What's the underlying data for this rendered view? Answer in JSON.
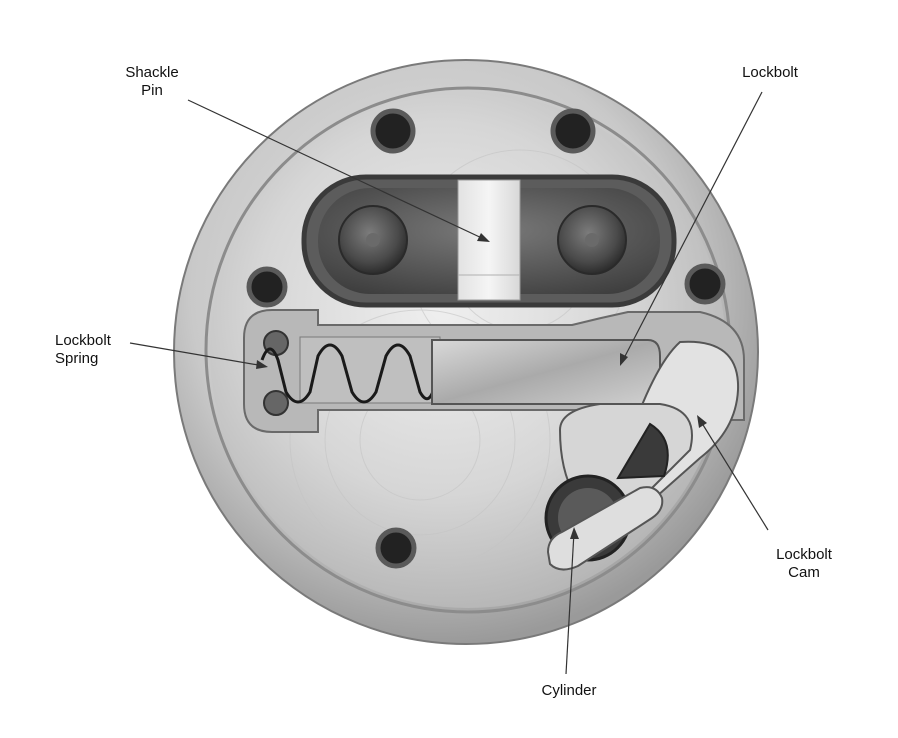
{
  "labels": {
    "shackle_pin": [
      "Shackle",
      "Pin"
    ],
    "lockbolt": [
      "Lockbolt"
    ],
    "lockbolt_spring": [
      "Lockbolt",
      "Spring"
    ],
    "lockbolt_cam": [
      "Lockbolt",
      "Cam"
    ],
    "cylinder": [
      "Cylinder"
    ]
  },
  "colors": {
    "leader_line": "#333333",
    "text": "#111111"
  }
}
